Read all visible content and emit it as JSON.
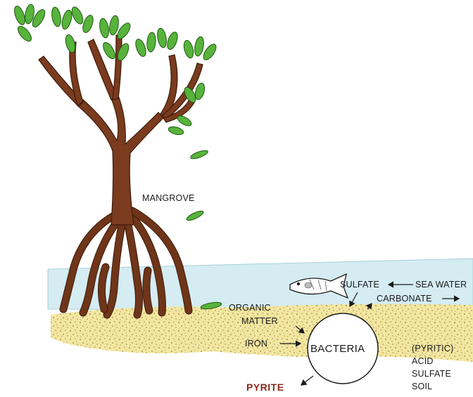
{
  "labels": {
    "mangrove": "MANGROVE",
    "organic": "ORGANIC",
    "matter": "MATTER",
    "sulfate": "SULFATE",
    "sea_water": "SEA WATER",
    "carbonate": "CARBONATE",
    "bacteria": "BACTERIA",
    "iron": "IRON",
    "pyrite": "PYRITE",
    "soil_line1": "(PYRITIC)",
    "soil_line2": "ACID",
    "soil_line3": "SULFATE",
    "soil_line4": "SOIL"
  },
  "colors": {
    "water": "#d4ecf2",
    "sand": "#f3e6a0",
    "trunk": "#7a3b1e",
    "leaf": "#57b33b",
    "pyrite_text": "#8b2a1c"
  },
  "icons": {
    "fish": "fish-icon",
    "tree": "mangrove-tree-icon"
  }
}
